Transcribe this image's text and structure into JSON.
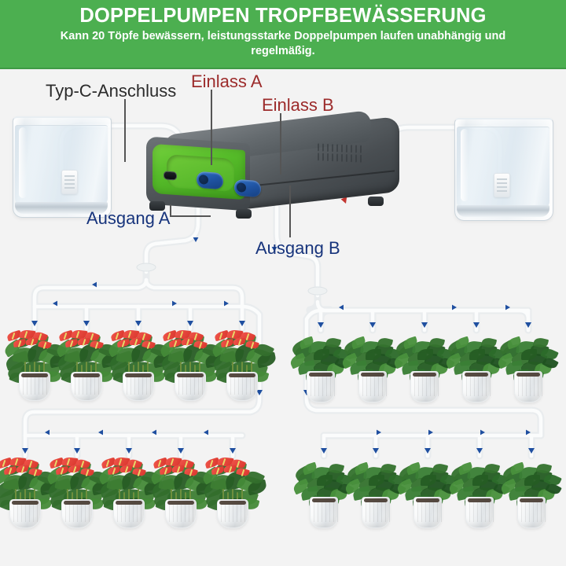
{
  "header": {
    "title": "DOPPELPUMPEN TROPFBEWÄSSERUNG",
    "subtitle": "Kann 20 Töpfe bewässern, leistungsstarke Doppelpumpen laufen unabhängig und regelmäßig.",
    "background_color": "#4caf50",
    "text_color": "#ffffff"
  },
  "diagram": {
    "background_color": "#f3f3f3",
    "callouts": [
      {
        "id": "typ-c",
        "text": "Typ-C-Anschluss",
        "color": "#2b2b2b"
      },
      {
        "id": "einlass-a",
        "text": "Einlass A",
        "color": "#9c2b2b"
      },
      {
        "id": "einlass-b",
        "text": "Einlass B",
        "color": "#9c2b2b"
      },
      {
        "id": "ausgang-a",
        "text": "Ausgang A",
        "color": "#17347c"
      },
      {
        "id": "ausgang-b",
        "text": "Ausgang B",
        "color": "#17347c"
      }
    ],
    "device": {
      "name": "Doppelpumpe",
      "body_color": "#4f5458",
      "accent_color": "#57bd2a",
      "port_color": "#1f53a2",
      "ports": [
        "Einlass A",
        "Einlass B"
      ],
      "usb_port": "Typ-C"
    },
    "water_glasses": [
      {
        "position": "left",
        "label": "Wasserglas links"
      },
      {
        "position": "right",
        "label": "Wasserglas rechts"
      }
    ],
    "tubing": {
      "color": "#f0f2f3",
      "arrow_color": "#1f4fa0",
      "flow_note": "Pfeile zeigen die Fließrichtung"
    },
    "pot_rows": [
      {
        "id": "row-1",
        "side": "left",
        "plant": "Anthurium (rot)",
        "count": 5,
        "flow": "links"
      },
      {
        "id": "row-2",
        "side": "right",
        "plant": "Grünpflanze",
        "count": 5,
        "flow": "rechts"
      },
      {
        "id": "row-3",
        "side": "left",
        "plant": "Anthurium (rot)",
        "count": 5,
        "flow": "links"
      },
      {
        "id": "row-4",
        "side": "right",
        "plant": "Grünpflanze",
        "count": 5,
        "flow": "rechts"
      }
    ],
    "total_pots": 20
  }
}
